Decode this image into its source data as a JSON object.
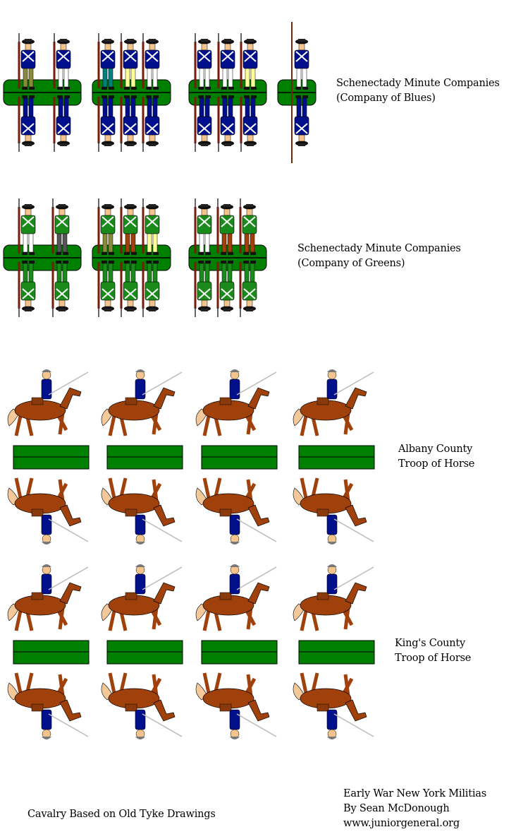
{
  "units": [
    {
      "name_line1": "Schenectady Minute Companies",
      "name_line2": "(Company of Blues)",
      "type": "infantry",
      "coat_color": "#000f8c"
    },
    {
      "name_line1": "Schenectady Minute Companies",
      "name_line2": "(Company of Greens)",
      "type": "infantry",
      "coat_color": "#1a8a1a"
    },
    {
      "name_line1": "Albany County",
      "name_line2": "Troop of Horse",
      "type": "cavalry",
      "coat_color": "#000f8c"
    },
    {
      "name_line1": "King's County",
      "name_line2": "Troop of Horse",
      "type": "cavalry",
      "coat_color": "#000f8c"
    }
  ],
  "credits": {
    "cavalry_note": "Cavalry Based on Old Tyke Drawings",
    "title": "Early War New York Militias",
    "author": "By Sean McDonough",
    "website": "www.juniorgeneral.org"
  },
  "colors": {
    "base": "#008000",
    "horse": "#a0400a",
    "mane": "#f5c89a"
  }
}
